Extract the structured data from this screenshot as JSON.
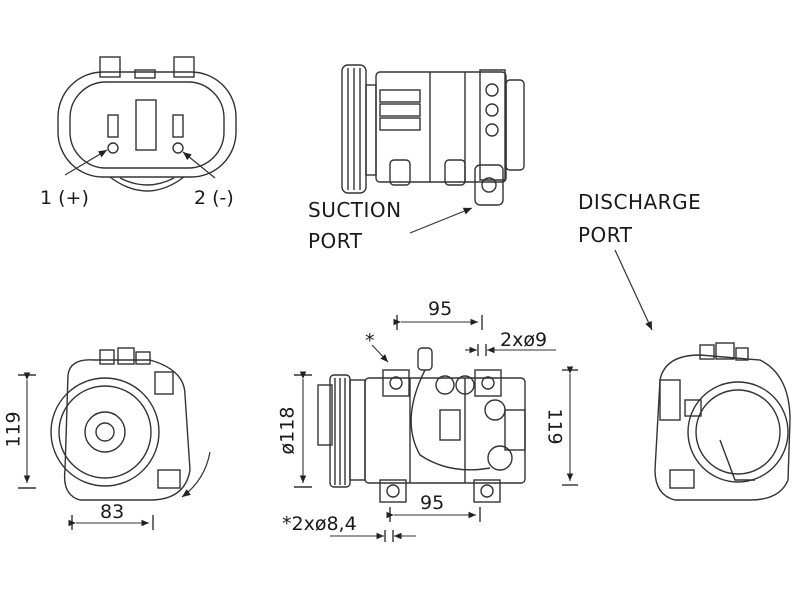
{
  "connector": {
    "pin1_label": "1 (+)",
    "pin2_label": "2 (-)"
  },
  "ports": {
    "suction_line1": "SUCTION",
    "suction_line2": "PORT",
    "discharge_line1": "DISCHARGE",
    "discharge_line2": "PORT"
  },
  "dimensions": {
    "front_height": "119",
    "front_width": "83",
    "top_bolt_spacing": "95",
    "top_hole": "2xø9",
    "star_marker": "*",
    "pulley_diameter": "ø118",
    "side_height": "119",
    "bottom_bolt_spacing": "95",
    "bottom_hole": "*2xø8,4"
  },
  "colors": {
    "line": "#333333",
    "background": "#ffffff"
  }
}
